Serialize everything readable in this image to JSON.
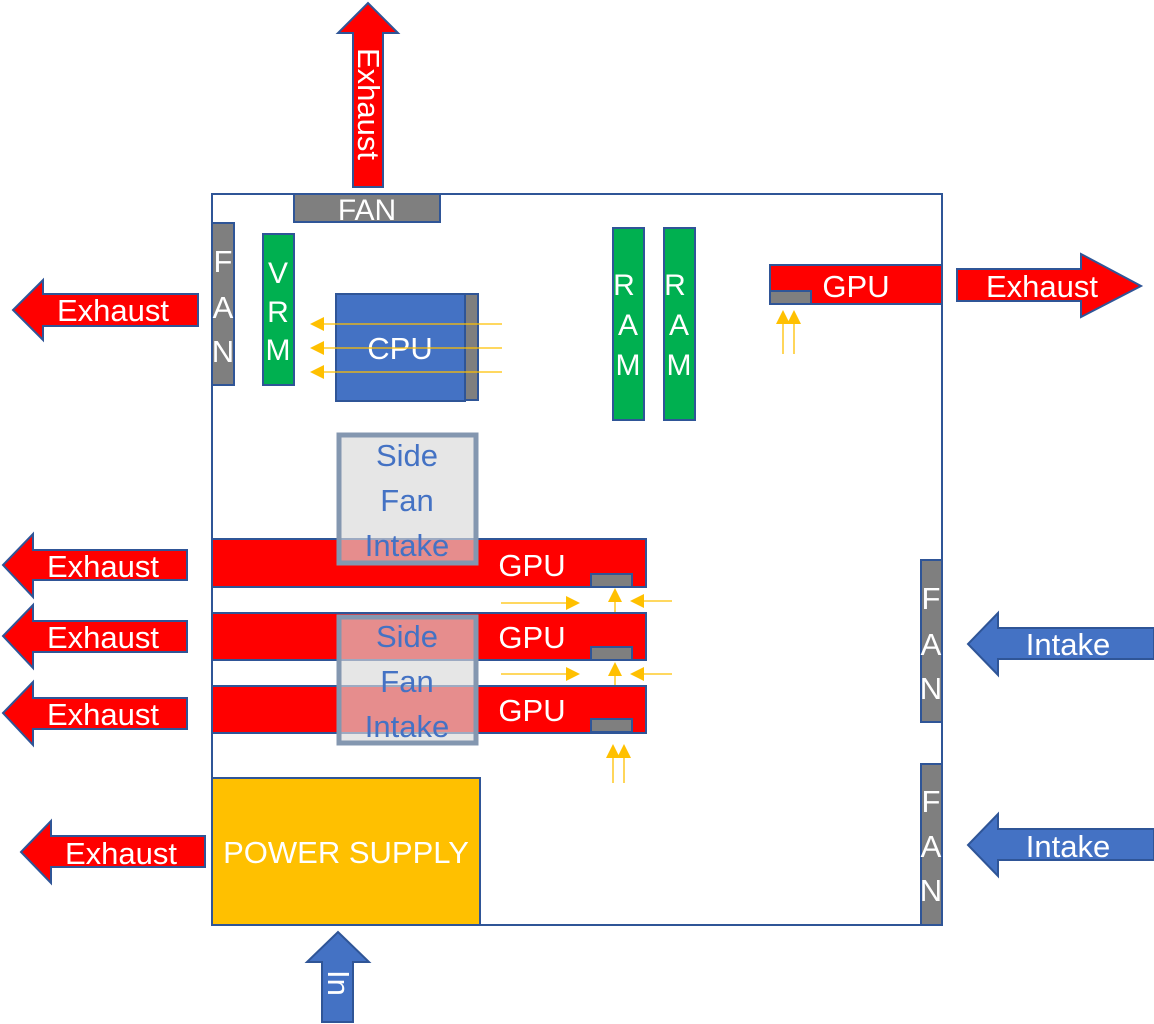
{
  "title": "PC Case Airflow Diagram",
  "colors": {
    "exhaust": "#ff0000",
    "intake": "#4472c4",
    "fan": "#7f7f7f",
    "vrm_ram": "#00b050",
    "cpu": "#4472c4",
    "psu": "#ffc000",
    "outline": "#2f5597",
    "airflow_arrow": "#ffc000",
    "side_fan_fill": "#d9d9d9"
  },
  "labels": {
    "top_exhaust": "Exhaust",
    "top_fan": "FAN",
    "rear_fan": [
      "F",
      "A",
      "N"
    ],
    "rear_exhaust": "Exhaust",
    "vrm": [
      "V",
      "R",
      "M"
    ],
    "cpu": "CPU",
    "ram": [
      [
        "R",
        "A",
        "M"
      ],
      [
        "R",
        "A",
        "M"
      ]
    ],
    "top_gpu": "GPU",
    "top_gpu_exhaust": "Exhaust",
    "side_fan_upper": [
      "Side",
      "Fan",
      "Intake"
    ],
    "side_fan_lower": [
      "Side",
      "Fan",
      "Intake"
    ],
    "gpus": [
      "GPU",
      "GPU",
      "GPU"
    ],
    "gpu_exhausts": [
      "Exhaust",
      "Exhaust",
      "Exhaust"
    ],
    "front_fan_upper": [
      "F",
      "A",
      "N"
    ],
    "front_fan_lower": [
      "F",
      "A",
      "N"
    ],
    "front_intake_upper": "Intake",
    "front_intake_lower": "Intake",
    "psu": "POWER SUPPLY",
    "psu_exhaust": "Exhaust",
    "psu_intake": "In"
  }
}
